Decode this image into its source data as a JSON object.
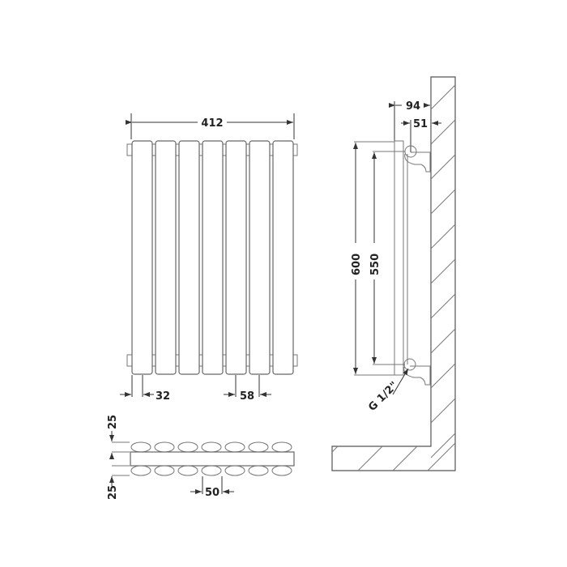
{
  "drawing": {
    "subject": "vertical radiator technical dimension drawing",
    "front_view": {
      "panel_count": 7,
      "width_label": "412",
      "panel_width_label": "32",
      "panel_pitch_label": "58"
    },
    "top_view": {
      "depth_front_label": "25",
      "depth_rear_label": "25",
      "pitch_label": "50"
    },
    "side_view": {
      "overall_projection_label": "94",
      "bracket_projection_label": "51",
      "height_label": "600",
      "centres_label": "550",
      "connection_label": "G 1/2\""
    }
  },
  "colors": {
    "line": "#555555",
    "text": "#222222",
    "background": "#ffffff"
  }
}
